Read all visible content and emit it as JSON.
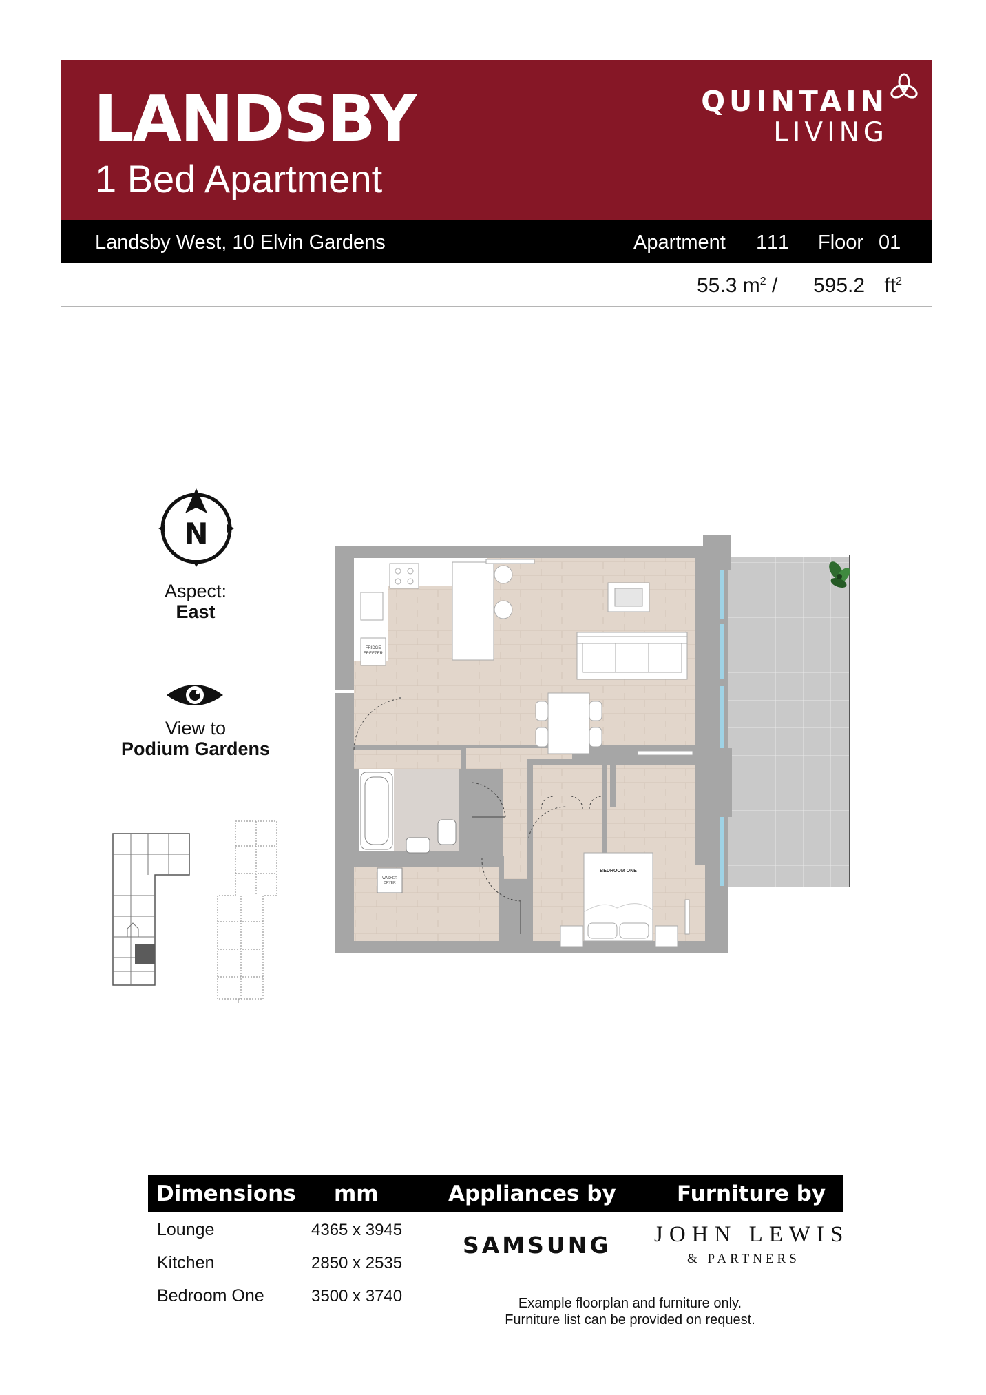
{
  "header": {
    "brand": "LANDSBY",
    "subtitle": "1 Bed Apartment",
    "logo_line1": "QUINTAIN",
    "logo_line2": "LIVING"
  },
  "info": {
    "address": "Landsby West, 10 Elvin Gardens",
    "apartment_label": "Apartment",
    "apartment_value": "111",
    "floor_label": "Floor",
    "floor_value": "01"
  },
  "area": {
    "sqm_value": "55.3",
    "sqm_unit": "m",
    "sqm_sup": "2",
    "separator": "/",
    "sqft_value": "595.2",
    "sqft_unit": "ft",
    "sqft_sup": "2"
  },
  "orientation": {
    "north_letter": "N",
    "aspect_label": "Aspect:",
    "aspect_value": "East",
    "view_label": "View to",
    "view_value": "Podium Gardens"
  },
  "plan_labels": {
    "fridge_line1": "FRIDGE",
    "fridge_line2": "FREEZER",
    "washer_line1": "WASHER",
    "washer_line2": "DRYER",
    "bedroom": "BEDROOM ONE"
  },
  "table": {
    "headers": {
      "dimensions": "Dimensions",
      "mm": "mm",
      "appliances": "Appliances by",
      "furniture": "Furniture by"
    },
    "rows": [
      {
        "room": "Lounge",
        "size": "4365 x 3945"
      },
      {
        "room": "Kitchen",
        "size": "2850 x 2535"
      },
      {
        "room": "Bedroom One",
        "size": "3500 x 3740"
      }
    ],
    "appliance_brand": "SAMSUNG",
    "furniture_brand_line1": "JOHN LEWIS",
    "furniture_brand_line2": "& PARTNERS",
    "note_line1": "Example floorplan and furniture only.",
    "note_line2": "Furniture list can be provided on request."
  },
  "colors": {
    "header_bg": "#861726",
    "bar_bg": "#000000",
    "floor_wood": "#e2d6cb",
    "wall": "#a6a6a6",
    "terrace": "#c9c9c9",
    "glazing": "#9fd3e6"
  }
}
